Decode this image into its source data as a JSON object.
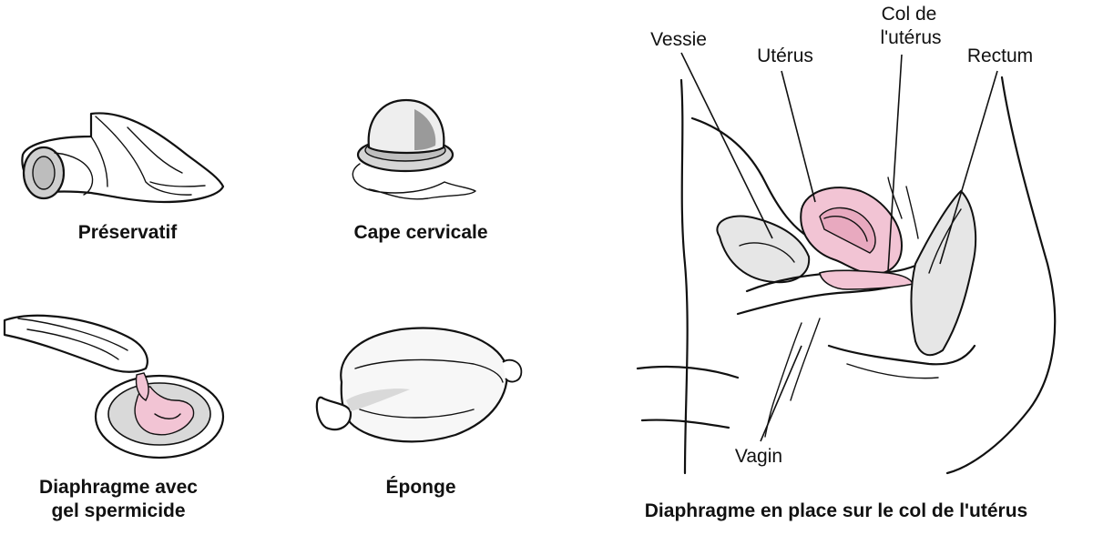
{
  "captions": {
    "condom": "Préservatif",
    "cervical_cap": "Cape cervicale",
    "diaphragm_line1": "Diaphragme avec",
    "diaphragm_line2": "gel spermicide",
    "sponge": "Éponge",
    "anatomy": "Diaphragme en place sur le col de l'utérus"
  },
  "anatomy_labels": {
    "bladder": "Vessie",
    "uterus": "Utérus",
    "cervix_line1": "Col de",
    "cervix_line2": "l'utérus",
    "rectum": "Rectum",
    "vagina": "Vagin"
  },
  "colors": {
    "accent_pink": "#f2c4d4",
    "accent_pink_dark": "#e8a9bf",
    "shade_grey": "#d9d9d9",
    "ink": "#111111"
  }
}
